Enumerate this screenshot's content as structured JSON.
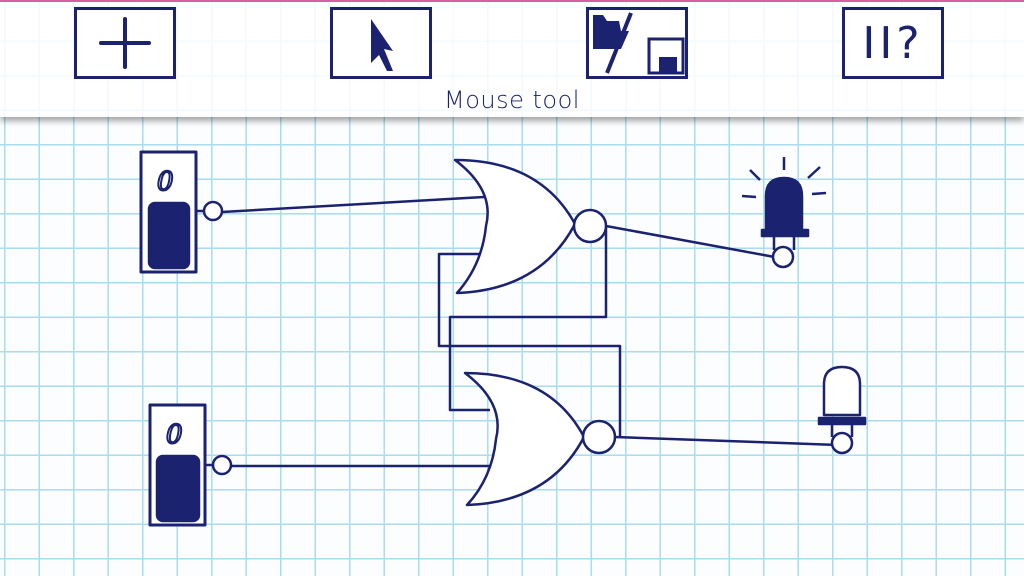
{
  "toolbar": {
    "buttons": [
      {
        "name": "add",
        "icon": "plus-icon"
      },
      {
        "name": "mouse",
        "icon": "cursor-arrow-icon"
      },
      {
        "name": "load-save",
        "icon": "folder-floppy-icon"
      },
      {
        "name": "pause-help",
        "icon": "pause-question-icon",
        "text": "II?"
      }
    ],
    "current_tool": "Mouse tool"
  },
  "circuit": {
    "switches": [
      {
        "value": "0"
      },
      {
        "value": "0"
      }
    ],
    "gates": [
      {
        "type": "NOR"
      },
      {
        "type": "NOR"
      }
    ],
    "leds": [
      {
        "state": "on"
      },
      {
        "state": "off"
      }
    ]
  },
  "colors": {
    "ink": "#1b2270",
    "grid": "#a9dcef",
    "accent": "#d9609f"
  }
}
